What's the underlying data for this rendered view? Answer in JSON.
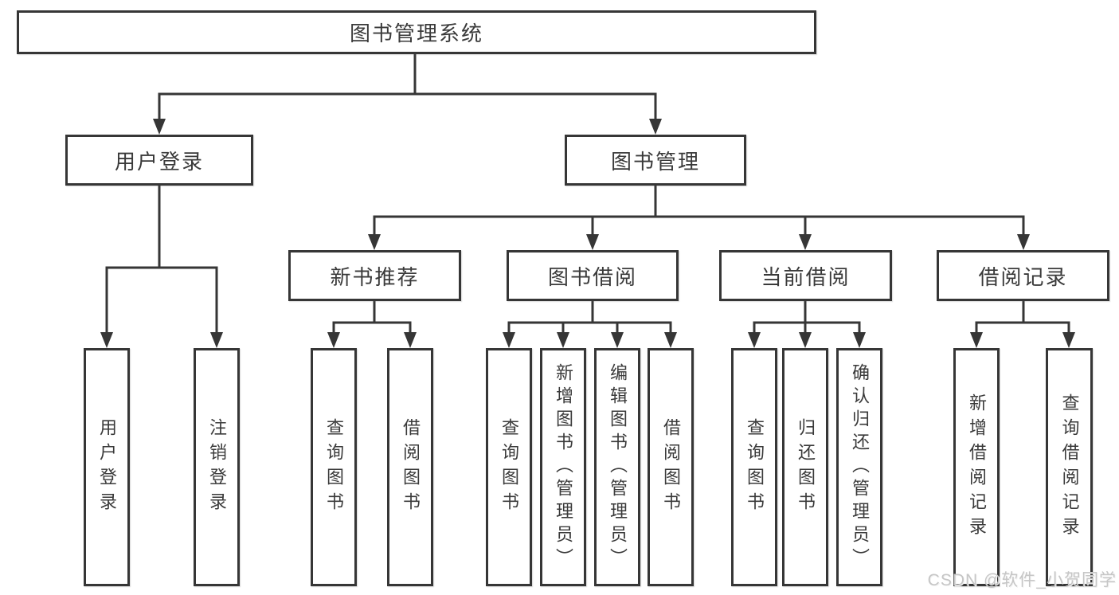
{
  "diagram": {
    "root": {
      "label": "图书管理系统"
    },
    "level2": [
      {
        "label": "用户登录"
      },
      {
        "label": "图书管理"
      }
    ],
    "level3": [
      {
        "label": "新书推荐"
      },
      {
        "label": "图书借阅"
      },
      {
        "label": "当前借阅"
      },
      {
        "label": "借阅记录"
      }
    ],
    "leaves": [
      {
        "label": "用户登录",
        "parent": "用户登录"
      },
      {
        "label": "注销登录",
        "parent": "用户登录"
      },
      {
        "label": "查询图书",
        "parent": "新书推荐"
      },
      {
        "label": "借阅图书",
        "parent": "新书推荐"
      },
      {
        "label": "查询图书",
        "parent": "图书借阅"
      },
      {
        "label": "新增图书（管理员）",
        "parent": "图书借阅"
      },
      {
        "label": "编辑图书（管理员）",
        "parent": "图书借阅"
      },
      {
        "label": "借阅图书",
        "parent": "图书借阅"
      },
      {
        "label": "查询图书",
        "parent": "当前借阅"
      },
      {
        "label": "归还图书",
        "parent": "当前借阅"
      },
      {
        "label": "确认归还（管理员）",
        "parent": "当前借阅"
      },
      {
        "label": "新增借阅记录",
        "parent": "借阅记录"
      },
      {
        "label": "查询借阅记录",
        "parent": "借阅记录"
      }
    ],
    "watermark": "CSDN @软件_小贺同学",
    "colors": {
      "line": "#363636",
      "text": "#3a3a3a",
      "box_background": "#ffffff",
      "watermark": "#c6c6c6",
      "background": "#ffffff"
    }
  }
}
